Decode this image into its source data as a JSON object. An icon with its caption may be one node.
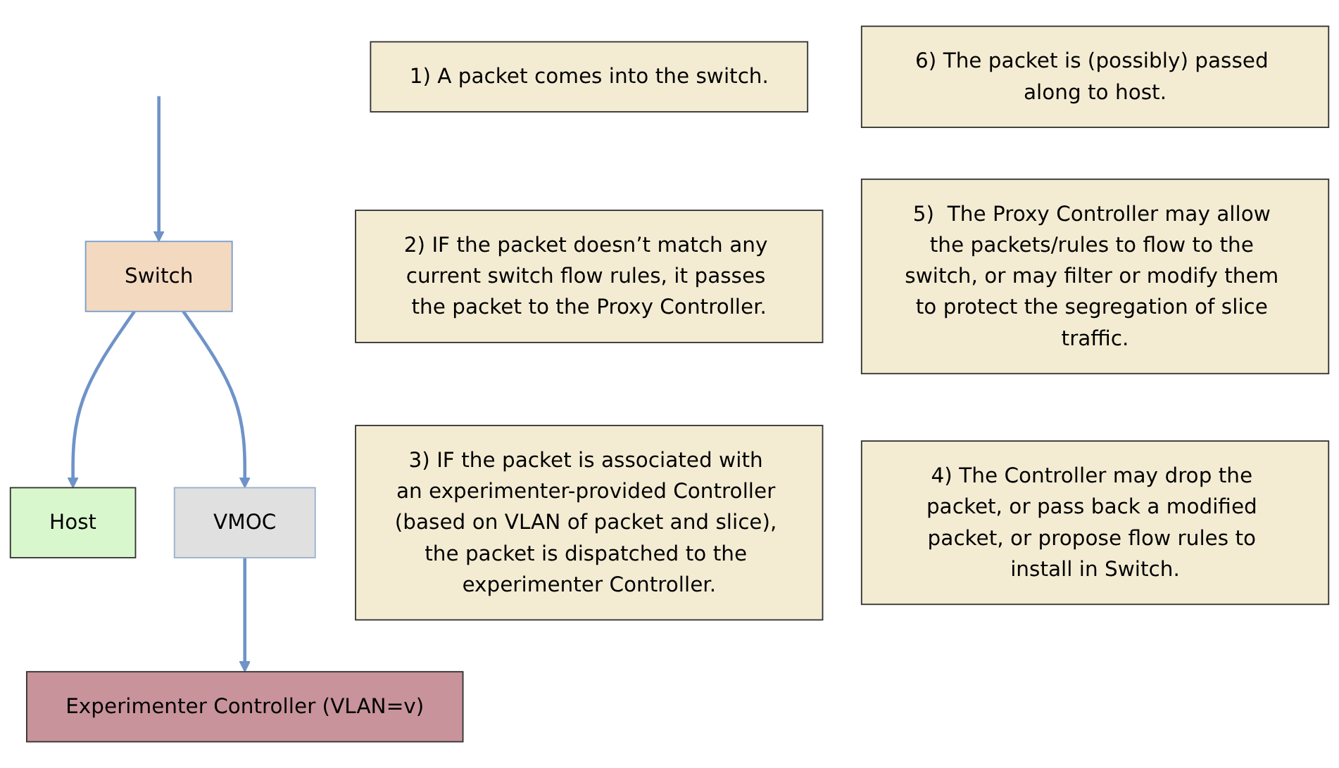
{
  "diagram": {
    "nodes": [
      {
        "text": [
          "1) A packet comes into the switch."
        ]
      },
      {
        "text": [
          "6) The packet is (possibly) passed along to host."
        ]
      },
      {
        "text": [
          "Switch"
        ]
      },
      {
        "text": [
          "Host"
        ]
      },
      {
        "text": [
          "2) IF the packet doesn’t match any current switch flow rules, it passes the packet to the Proxy Controller."
        ]
      },
      {
        "text": [
          "5)  The Proxy Controller may allow the packets/rules to flow to the switch, or may filter or modify them to protect the segregation of slice traffic."
        ]
      },
      {
        "text": [
          "VMOC"
        ]
      },
      {
        "text": [
          "3) IF the packet is associated with an experimenter-provided Controller (based on VLAN of packet and slice), the packet is dispatched to the experimenter Controller."
        ]
      },
      {
        "text": [
          "4) The Controller may drop the packet, or pass back a modified packet, or propose flow rules to install in Switch."
        ]
      },
      {
        "text": [
          "Experimenter Controller (VLAN=v)"
        ]
      }
    ],
    "edges": [
      {
        "from": null,
        "to": 2,
        "arrow": "to"
      },
      {
        "from": 2,
        "to": 3,
        "arrow": "to"
      },
      {
        "from": 2,
        "to": 6,
        "arrow": "to"
      },
      {
        "from": 6,
        "to": 9,
        "arrow": "to"
      }
    ]
  }
}
